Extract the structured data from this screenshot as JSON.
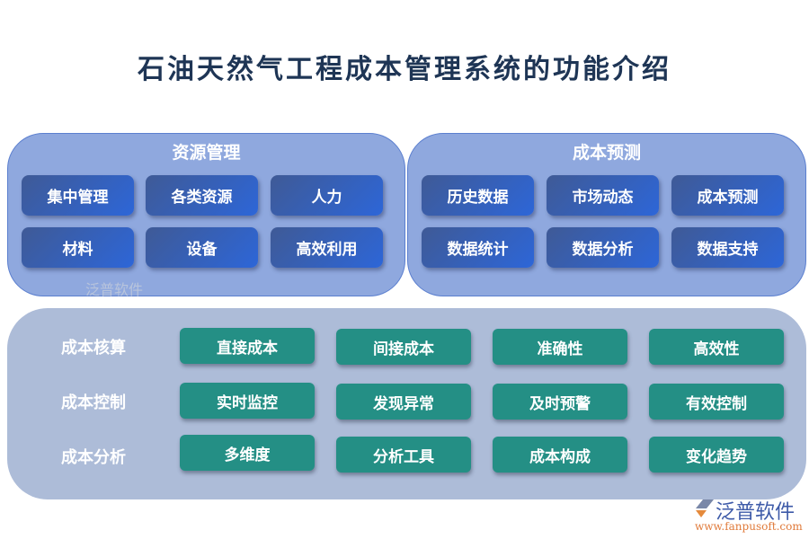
{
  "title": "石油天然气工程成本管理系统的功能介绍",
  "resource": {
    "title": "资源管理",
    "items": [
      "集中管理",
      "各类资源",
      "人力",
      "材料",
      "设备",
      "高效利用"
    ]
  },
  "forecast": {
    "title": "成本预测",
    "items": [
      "历史数据",
      "市场动态",
      "成本预测",
      "数据统计",
      "数据分析",
      "数据支持"
    ]
  },
  "rows": [
    {
      "label": "成本核算",
      "items": [
        "直接成本",
        "间接成本",
        "准确性",
        "高效性"
      ]
    },
    {
      "label": "成本控制",
      "items": [
        "实时监控",
        "发现异常",
        "及时预警",
        "有效控制"
      ]
    },
    {
      "label": "成本分析",
      "items": [
        "多维度",
        "分析工具",
        "成本构成",
        "变化趋势"
      ]
    }
  ],
  "watermark": {
    "text": "泛普软件"
  },
  "logo": {
    "name": "泛普软件",
    "url": "www.fanpusoft.com"
  },
  "colors": {
    "title": "#1e3555",
    "blue_button": "#2d66d8",
    "teal_button": "#248f85",
    "panel": "#8fa8de",
    "bottom_panel": "#adbcd8"
  }
}
